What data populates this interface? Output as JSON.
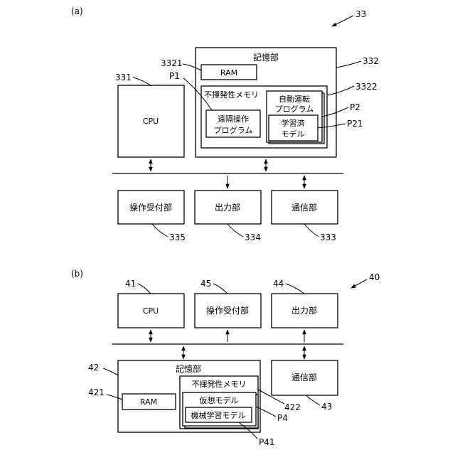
{
  "panel_a": {
    "label": "(a)",
    "ref": "33",
    "storage": {
      "title": "記憶部",
      "ref": "332"
    },
    "ram": {
      "label": "RAM",
      "ref": "3321"
    },
    "nvm": {
      "label": "不揮発性メモリ",
      "ref": "3322"
    },
    "remote_prog": {
      "line1": "遠隔操作",
      "line2": "プログラム",
      "ref": "P1"
    },
    "auto_prog": {
      "line1": "自動運転",
      "line2": "プログラム",
      "ref": "P2"
    },
    "trained_model": {
      "line1": "学習済",
      "line2": "モデル",
      "ref": "P21"
    },
    "cpu": {
      "label": "CPU",
      "ref": "331"
    },
    "input": {
      "label": "操作受付部",
      "ref": "335"
    },
    "output": {
      "label": "出力部",
      "ref": "334"
    },
    "comm": {
      "label": "通信部",
      "ref": "333"
    }
  },
  "panel_b": {
    "label": "(b)",
    "ref": "40",
    "cpu": {
      "label": "CPU",
      "ref": "41"
    },
    "input": {
      "label": "操作受付部",
      "ref": "45"
    },
    "output": {
      "label": "出力部",
      "ref": "44"
    },
    "storage": {
      "title": "記憶部",
      "ref": "42"
    },
    "ram": {
      "label": "RAM",
      "ref": "421"
    },
    "nvm": {
      "label": "不揮発性メモリ",
      "ref": "422"
    },
    "virtual_model": {
      "label": "仮想モデル",
      "ref": "P4"
    },
    "ml_model": {
      "label": "機械学習モデル",
      "ref": "P41"
    },
    "comm": {
      "label": "通信部",
      "ref": "43"
    }
  }
}
